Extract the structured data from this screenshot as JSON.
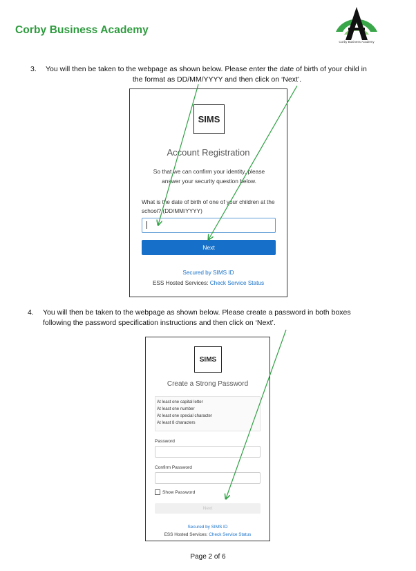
{
  "header": {
    "school_name": "Corby Business Academy",
    "logo_caption": "Corby Business Academy",
    "brand_color": "#2e9b3e"
  },
  "steps": [
    {
      "number": "3.",
      "line1": "You will then be taken to the webpage as shown below. Please enter the date of birth of your child in",
      "line2": "the format as DD/MM/YYYY and then click on ‘Next’."
    },
    {
      "number": "4.",
      "line1": "You will then be taken to the webpage as shown below. Please create a password in both boxes",
      "line2": "following the password specification instructions and then click on ‘Next’."
    }
  ],
  "registration": {
    "logo_text": "SIMS",
    "title": "Account Registration",
    "description": "So that we can confirm your identity, please answer your security question below.",
    "question": "What is the date of birth of one of your children at the school? (DD/MM/YYYY)",
    "input_value": "",
    "next_label": "Next",
    "secured": "Secured by SIMS ID",
    "ess_prefix": "ESS Hosted Services: ",
    "ess_link": "Check Service Status"
  },
  "password": {
    "logo_text": "SIMS",
    "title": "Create a Strong Password",
    "requirements": [
      "At least one capital letter",
      "At least one number",
      "At least one special character",
      "At least 8 characters"
    ],
    "password_label": "Password",
    "confirm_label": "Confirm Password",
    "show_password_label": "Show Password",
    "next_label": "Next",
    "secured": "Secured by SIMS ID",
    "ess_prefix": "ESS Hosted Services: ",
    "ess_link": "Check Service Status"
  },
  "colors": {
    "link_blue": "#1670c9",
    "arrow_green": "#2ea043"
  },
  "footer": {
    "page_label": "Page 2 of 6"
  }
}
